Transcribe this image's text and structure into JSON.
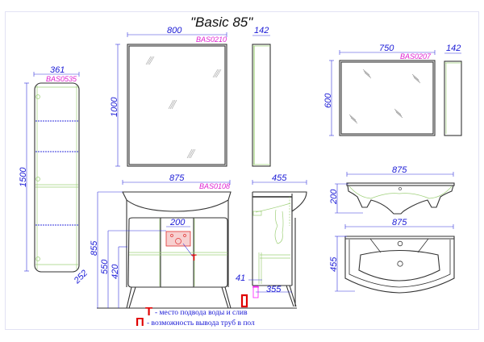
{
  "title": "\"Basic 85\"",
  "pencil_case": {
    "code": "BAS0535",
    "width": "361",
    "height": "1500",
    "depth": "252"
  },
  "mirror_large": {
    "code": "BAS0210",
    "width": "800",
    "height": "1000",
    "depth": "142"
  },
  "mirror_small": {
    "code": "BAS0207",
    "width": "750",
    "height": "600",
    "depth": "142"
  },
  "vanity": {
    "code": "BAS0108",
    "width": "875",
    "depth": "455",
    "height_total": "855",
    "height_supply": "550",
    "height_drain": "420",
    "supply_width": "200",
    "floor_offset": "41",
    "floor_depth": "355",
    "marker_t": "Т"
  },
  "basin_front": {
    "width": "875",
    "height": "200"
  },
  "basin_top": {
    "width": "875",
    "depth": "455"
  },
  "legend": [
    {
      "mark": "Т",
      "text": "- место подвода воды и слив"
    },
    {
      "mark": "П",
      "text": "- возможность вывода труб в пол"
    }
  ],
  "colors": {
    "dimension": "#1a1ad6",
    "code": "#e020d0",
    "marker": "#e00000",
    "hidden_line": "#9fd07a"
  }
}
